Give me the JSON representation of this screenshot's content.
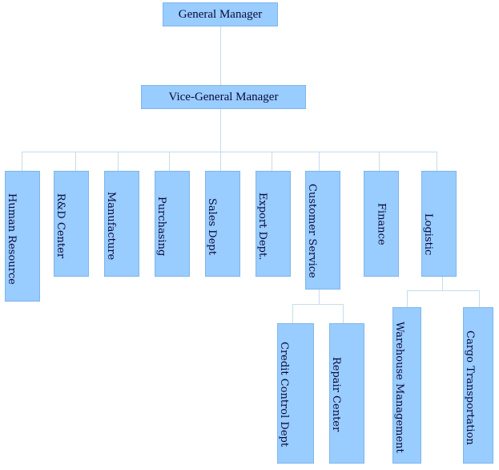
{
  "org": {
    "top": "General Manager",
    "vice": "Vice-General Manager",
    "departments": [
      "Human Resource",
      "R&D Center",
      "Manufacture",
      "Purchasing",
      "Sales Dept",
      "Export Dept.",
      "Customer Service",
      "Finance",
      "Logistic"
    ],
    "customer_service_units": [
      "Credit Control Dept",
      "Repair Center"
    ],
    "logistic_units": [
      "Warehouse Management",
      "Cargo Transportation"
    ]
  },
  "colors": {
    "box_fill": "#99ccff",
    "box_border": "#7fb6ea",
    "connector": "#c5ddef",
    "text": "#0a0a3c"
  }
}
